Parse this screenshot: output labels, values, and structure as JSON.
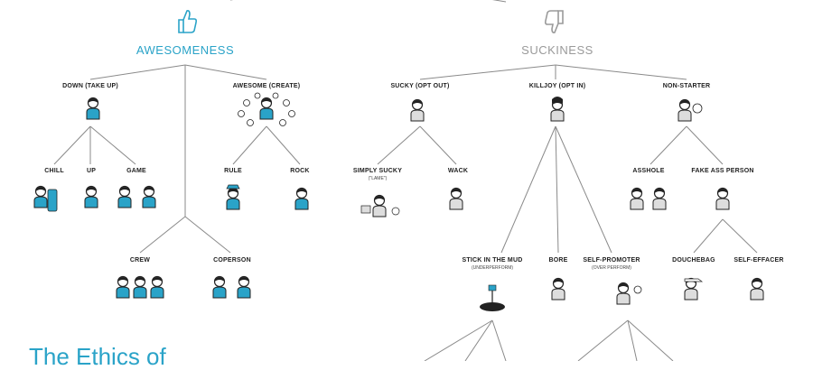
{
  "title": "The Ethics of",
  "categories": {
    "awesomeness": "AWESOMENESS",
    "suckiness": "SUCKINESS"
  },
  "nodes": {
    "down": "DOWN (TAKE UP)",
    "awesome": "AWESOME (CREATE)",
    "chill": "CHILL",
    "up": "UP",
    "game": "GAME",
    "rule": "RULE",
    "rock": "ROCK",
    "crew": "CREW",
    "coperson": "COPERSON",
    "sucky": "SUCKY (OPT OUT)",
    "killjoy": "KILLJOY (OPT IN)",
    "nonstarter": "NON-STARTER",
    "simply_sucky": "SIMPLY SUCKY",
    "simply_sucky_sub": "(\"LAME\")",
    "wack": "WACK",
    "asshole": "ASSHOLE",
    "fake_ass": "FAKE ASS PERSON",
    "stick": "STICK IN THE MUD",
    "stick_sub": "(UNDERPERFORM)",
    "bore": "BORE",
    "self_promoter": "SELF-PROMOTER",
    "self_promoter_sub": "(OVER PERFORM)",
    "douchebag": "DOUCHEBAG",
    "self_effacer": "SELF-EFFACER"
  },
  "colors": {
    "accent": "#2aa3c8",
    "muted": "#9a9a9a",
    "line": "#8a8a8a",
    "ink": "#222222"
  }
}
